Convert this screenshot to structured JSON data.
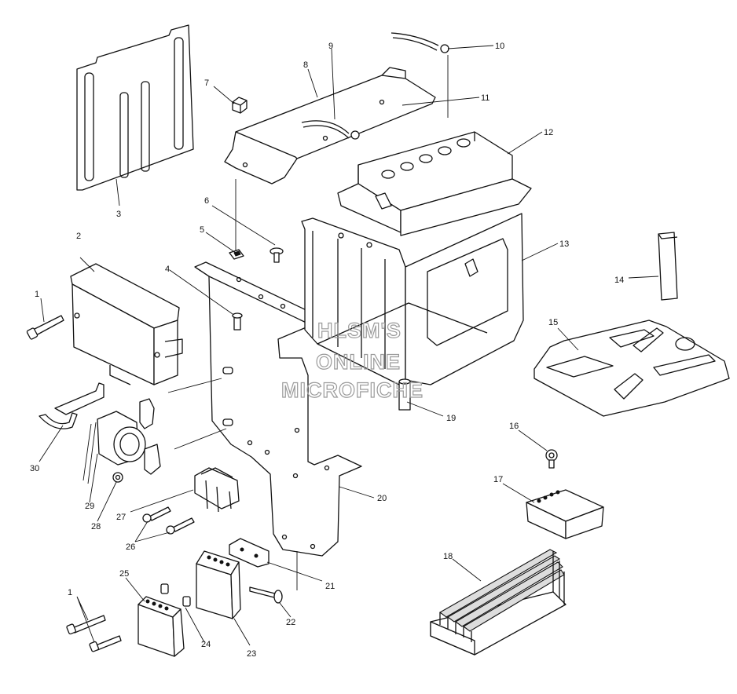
{
  "watermark": {
    "lines": [
      "HLSM'S",
      "ONLINE",
      "MICROFICHE"
    ]
  },
  "callouts": {
    "c1a": "1",
    "c1b": "1",
    "c2": "2",
    "c3": "3",
    "c4": "4",
    "c5": "5",
    "c6": "6",
    "c7": "7",
    "c8": "8",
    "c9": "9",
    "c10": "10",
    "c11": "11",
    "c12": "12",
    "c13": "13",
    "c14": "14",
    "c15": "15",
    "c16": "16",
    "c17": "17",
    "c18": "18",
    "c19": "19",
    "c20": "20",
    "c21": "21",
    "c22": "22",
    "c23": "23",
    "c24": "24",
    "c25": "25",
    "c26": "26",
    "c27": "27",
    "c28": "28",
    "c29": "29",
    "c30": "30"
  }
}
